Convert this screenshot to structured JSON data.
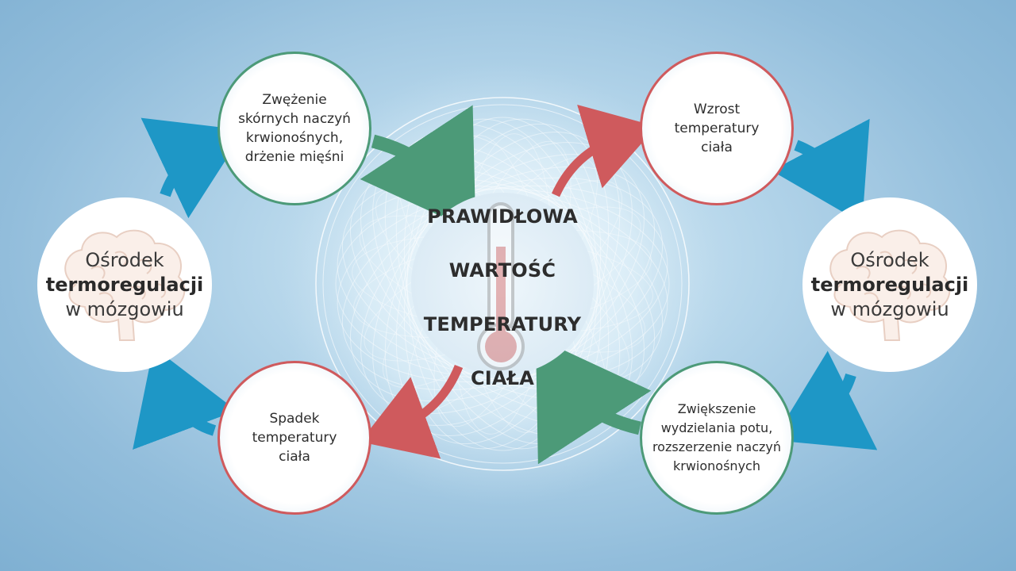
{
  "center": {
    "lines": [
      "PRAWIDŁOWA",
      "WARTOŚĆ",
      "TEMPERATURY",
      "CIAŁA"
    ]
  },
  "left_brain": {
    "line1": "Ośrodek",
    "bold": "termoregulacji",
    "line3": "w mózgowiu"
  },
  "right_brain": {
    "line1": "Ośrodek",
    "bold": "termoregulacji",
    "line3": "w mózgowiu"
  },
  "top_left": {
    "text": "Zwężenie\nskórnych naczyń\nkrwionośnych,\ndrżenie mięśni"
  },
  "bottom_left": {
    "text": "Spadek\ntemperatury\nciała"
  },
  "top_right": {
    "text": "Wzrost\ntemperatury\nciała"
  },
  "bottom_right": {
    "text": "Zwiększenie\nwydzielania potu,\nrozszerzenie naczyń\nkrwionośnych"
  },
  "colors": {
    "green": "#4c9a78",
    "red": "#cf5a5d",
    "blue": "#1e97c6"
  },
  "icons": [
    "brain-icon",
    "thermometer-icon"
  ]
}
